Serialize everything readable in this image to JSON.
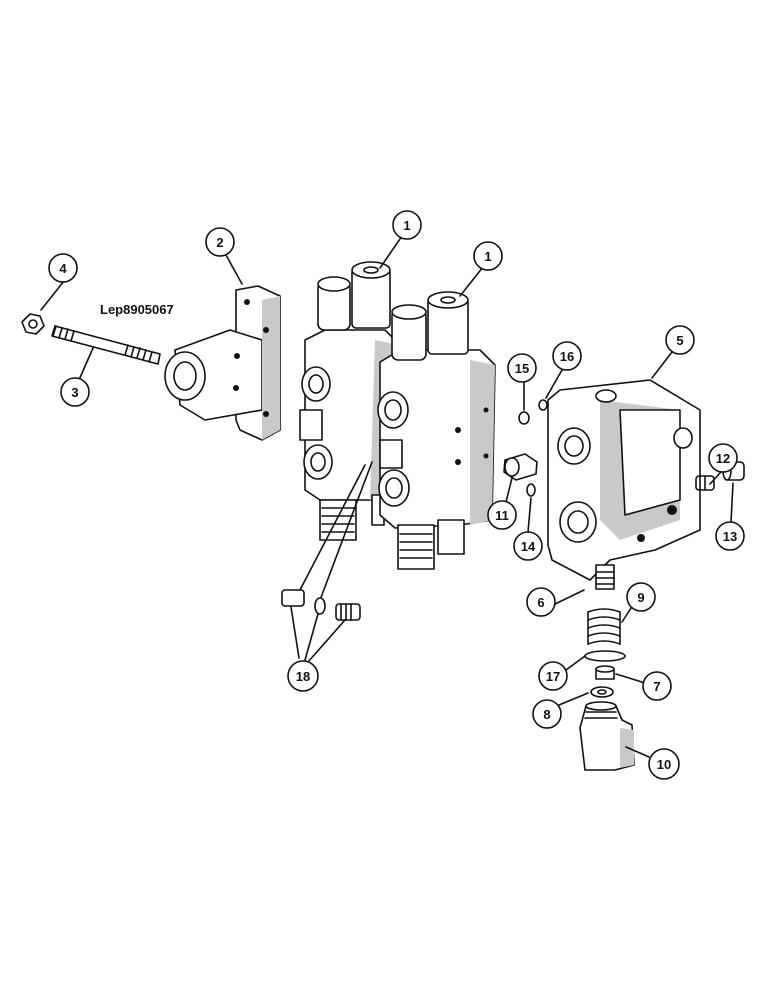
{
  "drawing_code": "Lep8905067",
  "callouts": [
    {
      "id": "c1a",
      "label": "1"
    },
    {
      "id": "c1b",
      "label": "1"
    },
    {
      "id": "c2",
      "label": "2"
    },
    {
      "id": "c3",
      "label": "3"
    },
    {
      "id": "c4",
      "label": "4"
    },
    {
      "id": "c5",
      "label": "5"
    },
    {
      "id": "c6",
      "label": "6"
    },
    {
      "id": "c7",
      "label": "7"
    },
    {
      "id": "c8",
      "label": "8"
    },
    {
      "id": "c9",
      "label": "9"
    },
    {
      "id": "c10",
      "label": "10"
    },
    {
      "id": "c11",
      "label": "11"
    },
    {
      "id": "c12",
      "label": "12"
    },
    {
      "id": "c13",
      "label": "13"
    },
    {
      "id": "c14",
      "label": "14"
    },
    {
      "id": "c15",
      "label": "15"
    },
    {
      "id": "c16",
      "label": "16"
    },
    {
      "id": "c17",
      "label": "17"
    },
    {
      "id": "c18",
      "label": "18"
    }
  ]
}
